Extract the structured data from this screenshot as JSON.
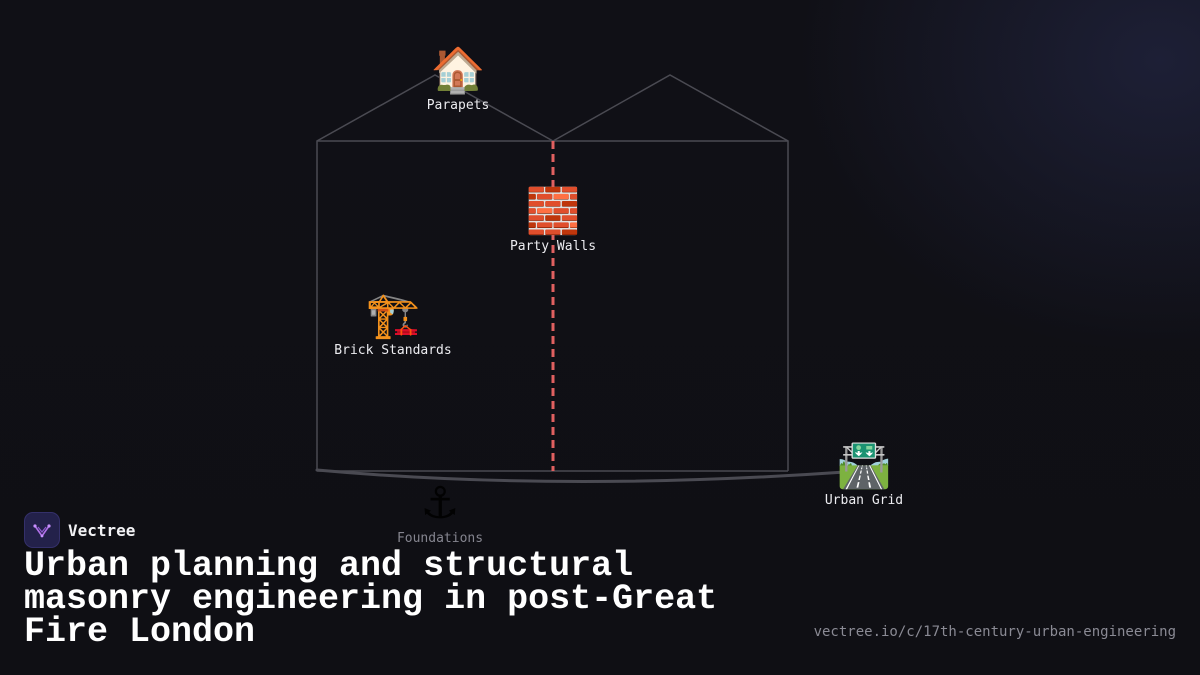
{
  "brand": {
    "name": "Vectree"
  },
  "title": "Urban planning and structural masonry engineering in post-Great Fire London",
  "url": "vectree.io/c/17th-century-urban-engineering",
  "nodes": [
    {
      "id": "parapets",
      "icon": "house-icon",
      "emoji": "🏠",
      "label": "Parapets"
    },
    {
      "id": "party-walls",
      "icon": "bricks-icon",
      "emoji": "🧱",
      "label": "Party Walls"
    },
    {
      "id": "brick-standards",
      "icon": "crane-icon",
      "emoji": "🏗️",
      "label": "Brick Standards"
    },
    {
      "id": "foundations",
      "icon": "anchor-icon",
      "emoji": "⚓",
      "label": "Foundations"
    },
    {
      "id": "urban-grid",
      "icon": "motorway-icon",
      "emoji": "🛣️",
      "label": "Urban Grid"
    }
  ],
  "colors": {
    "outline": "#4a4a52",
    "party_wall": "#e06060",
    "accent": "#23214a"
  }
}
